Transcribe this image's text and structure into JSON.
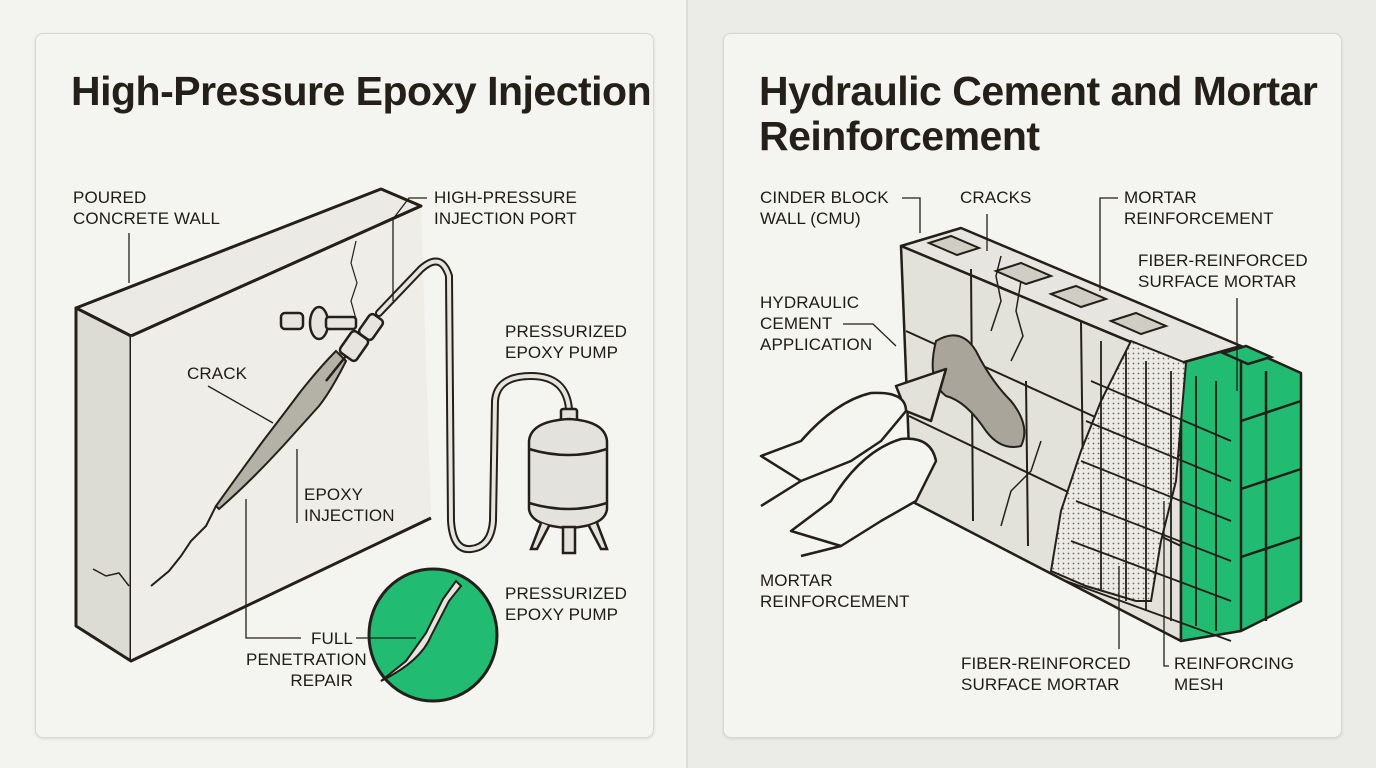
{
  "colors": {
    "accent_green": "#22bb72",
    "ink": "#241f18",
    "panel_bg": "#f4f4f1",
    "concrete": "#e4e3dd",
    "epoxy_gray": "#a9a59a"
  },
  "left_panel": {
    "title": "High-Pressure Epoxy Injection",
    "labels": {
      "poured_wall": "POURED\nCONCRETE WALL",
      "injection_port": "HIGH-PRESSURE\nINJECTION PORT",
      "pump_top": "PRESSURIZED\nEPOXY PUMP",
      "crack": "CRACK",
      "epoxy_injection": "EPOXY\nINJECTION",
      "pump_bottom": "PRESSURIZED\nEPOXY PUMP",
      "full_penetration": "FULL\nPENETRATION\nREPAIR"
    }
  },
  "right_panel": {
    "title": "Hydraulic Cement and Mortar Reinforcement",
    "labels": {
      "cinder_block": "CINDER BLOCK\nWALL (CMU)",
      "cracks": "CRACKS",
      "mortar_reinforcement_top": "MORTAR\nREINFORCEMENT",
      "fiber_mortar_top": "FIBER-REINFORCED\nSURFACE MORTAR",
      "hydraulic_cement": "HYDRAULIC\nCEMENT\nAPPLICATION",
      "mortar_reinforcement_bottom": "MORTAR\nREINFORCEMENT",
      "fiber_mortar_bottom": "FIBER-REINFORCED\nSURFACE MORTAR",
      "reinforcing_mesh": "REINFORCING\nMESH"
    }
  }
}
